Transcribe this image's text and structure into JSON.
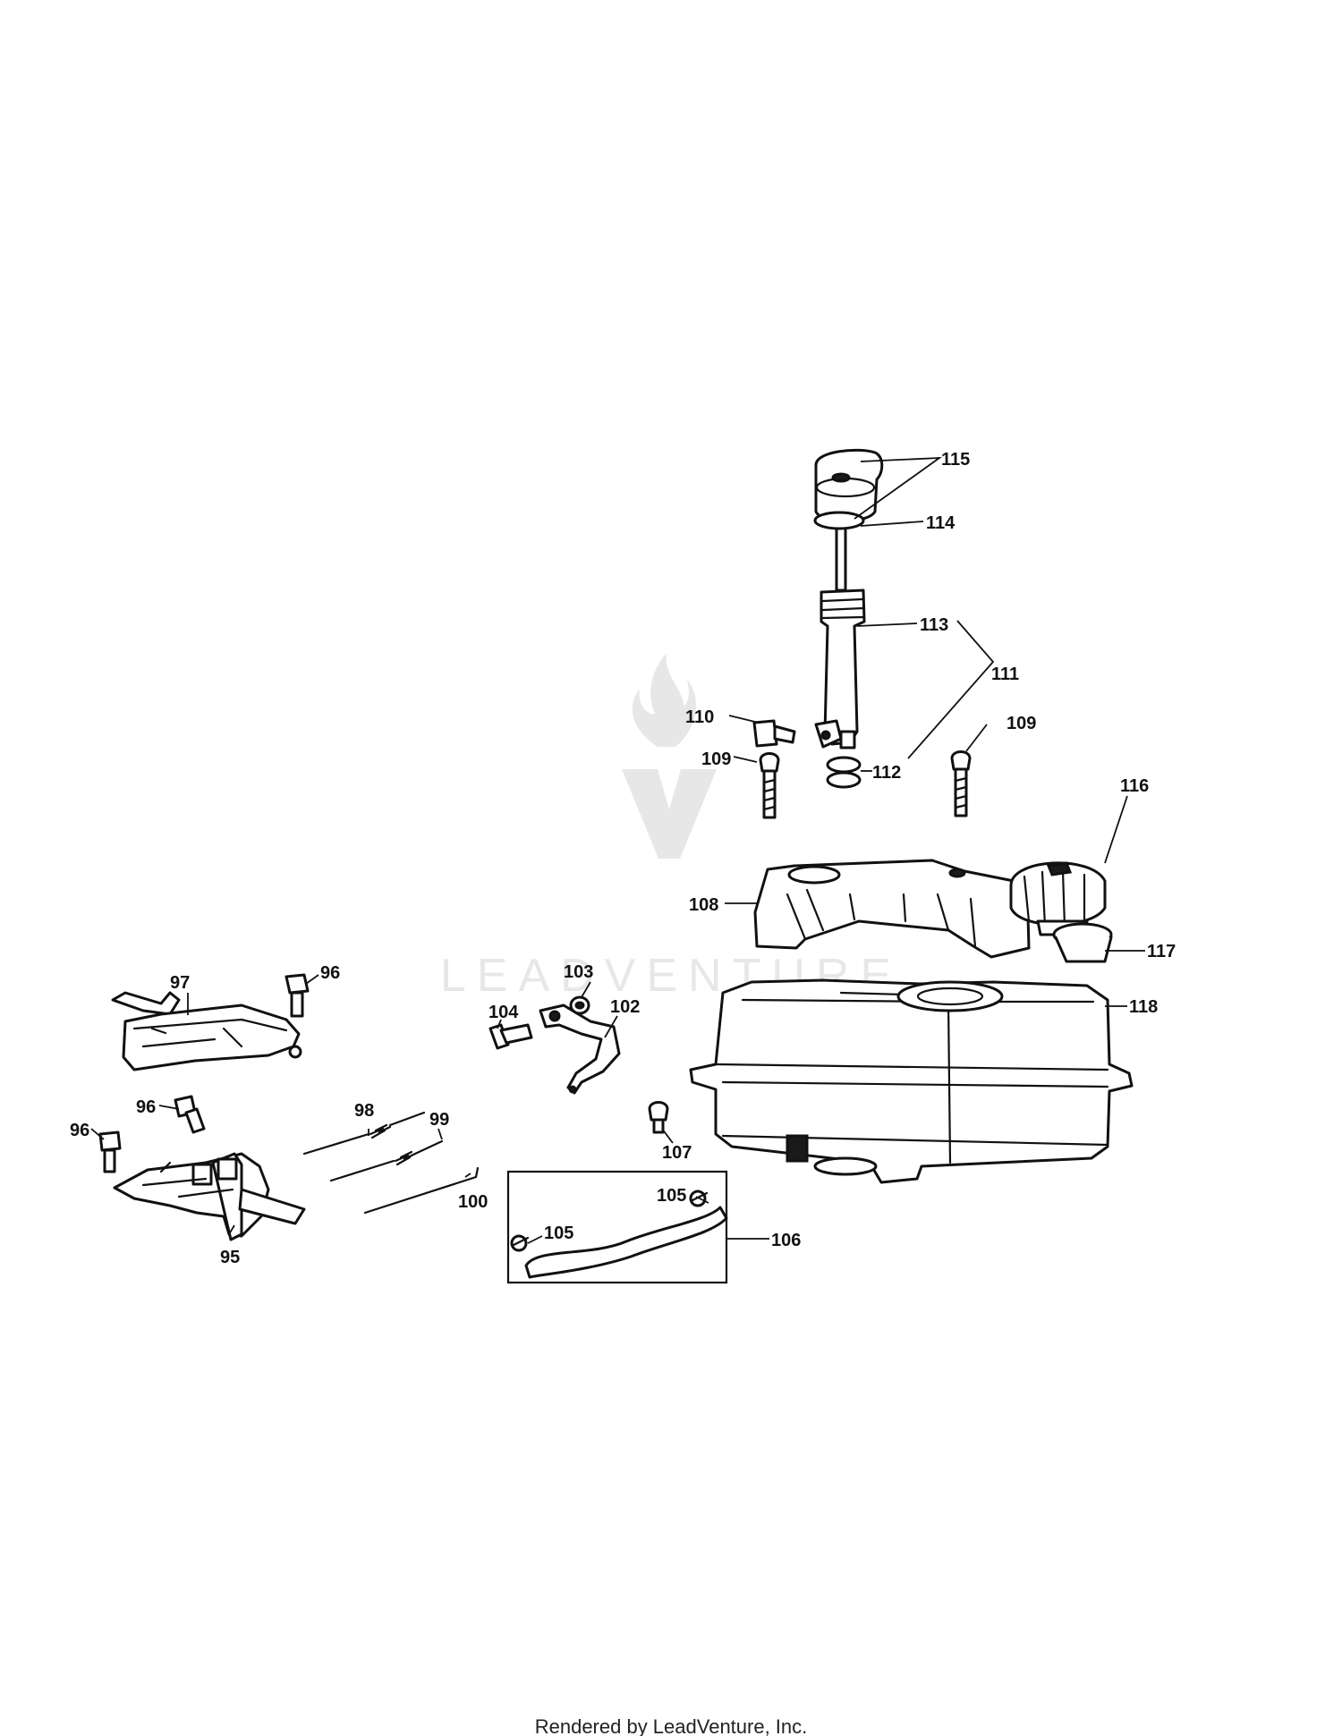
{
  "watermark": {
    "text": "LEADVENTURE"
  },
  "callouts": {
    "c95": "95",
    "c96a": "96",
    "c96b": "96",
    "c96c": "96",
    "c97": "97",
    "c98": "98",
    "c99": "99",
    "c100": "100",
    "c102": "102",
    "c103": "103",
    "c104": "104",
    "c105a": "105",
    "c105b": "105",
    "c106": "106",
    "c107": "107",
    "c108": "108",
    "c109a": "109",
    "c109b": "109",
    "c110": "110",
    "c111": "111",
    "c112": "112",
    "c113": "113",
    "c114": "114",
    "c115": "115",
    "c116": "116",
    "c117": "117",
    "c118": "118"
  },
  "footer": {
    "text": "Rendered by LeadVenture, Inc."
  }
}
